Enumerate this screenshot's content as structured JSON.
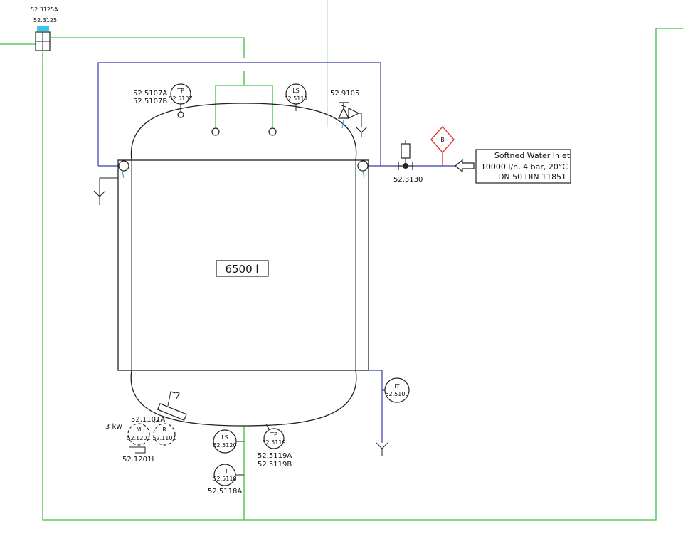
{
  "tank": {
    "volume_label": "6500 l"
  },
  "inlet": {
    "line1": "Softned Water Inlet",
    "line2": "10000 l/h, 4 bar, 20°C",
    "line3": "DN 50 DIN 11851"
  },
  "instruments": {
    "top_left_tag_a": "52.3125A",
    "top_left_tag_b": "52.3125",
    "tp_top_symbol": "TP",
    "tp_top_tag": "52.5107",
    "tp_top_tag_a": "52.5107A",
    "tp_top_tag_b": "52.5107B",
    "ls_top_symbol": "LS",
    "ls_top_tag": "52.5117",
    "relief_valve_tag": "52.9105",
    "inlet_valve_tag": "52.3130",
    "red_diamond_label": "B",
    "it_symbol": "IT",
    "it_tag": "52.5109",
    "ls_bottom_symbol": "LS",
    "ls_bottom_tag": "52.5120",
    "tp_bottom_symbol": "TP",
    "tp_bottom_tag": "52.5119",
    "tp_bottom_tag_a": "52.5119A",
    "tp_bottom_tag_b": "52.5119B",
    "tt_symbol": "TT",
    "tt_tag": "52.5118",
    "tt_tag_a": "52.5118A",
    "agitator_tag_a": "52.1101A",
    "motor_symbol": "M",
    "motor_tag": "52.1201",
    "motor_tag_b": "52.1201I",
    "motor_power": "3 kw",
    "r_symbol": "R",
    "r_tag": "52.1101"
  }
}
